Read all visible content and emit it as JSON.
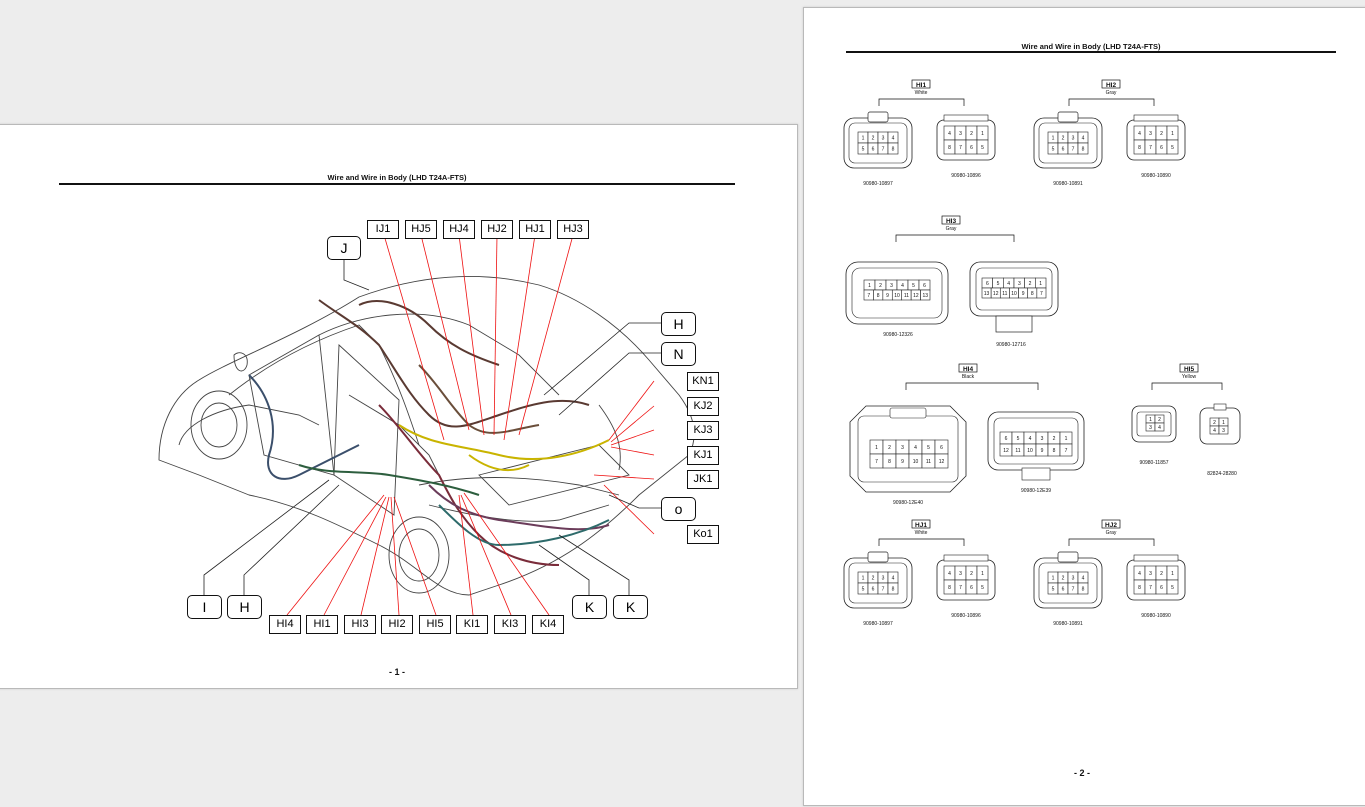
{
  "page1": {
    "title": "Wire and Wire in Body (LHD T24A-FTS)",
    "page_number": "- 1 -",
    "callouts_top": [
      "IJ1",
      "HJ5",
      "HJ4",
      "HJ2",
      "HJ1",
      "HJ3"
    ],
    "callout_j": "J",
    "callouts_right": [
      "KN1",
      "KJ2",
      "KJ3",
      "KJ1",
      "JK1",
      "Ko1"
    ],
    "callout_h_right": "H",
    "callout_n_right": "N",
    "callout_o_right": "o",
    "callouts_bottom": [
      "HI4",
      "HI1",
      "HI3",
      "HI2",
      "HI5",
      "KI1",
      "KI3",
      "KI4"
    ],
    "callouts_bottom_round": [
      "I",
      "H",
      "K",
      "K"
    ]
  },
  "page2": {
    "title": "Wire and Wire in Body (LHD T24A-FTS)",
    "page_number": "- 2 -",
    "connectors": [
      {
        "label": "HI1",
        "color": "White",
        "part_left": "90980-10897",
        "part_right": "90980-10896"
      },
      {
        "label": "HI2",
        "color": "Gray",
        "part_left": "90980-10891",
        "part_right": "90980-10890"
      },
      {
        "label": "HI3",
        "color": "Gray",
        "part_left": "90980-12326",
        "part_right": "90980-12716"
      },
      {
        "label": "HI4",
        "color": "Black",
        "part_left": "90980-12E40",
        "part_right": "90980-12E39"
      },
      {
        "label": "HI5",
        "color": "Yellow",
        "part_left": "90980-11857",
        "part_right": "82824-28280"
      },
      {
        "label": "HJ1",
        "color": "White",
        "part_left": "90980-10897",
        "part_right": "90980-10896"
      },
      {
        "label": "HJ2",
        "color": "Gray",
        "part_left": "90980-10891",
        "part_right": "90980-10890"
      }
    ],
    "pins": {
      "four_a": [
        "1",
        "2",
        "3",
        "4"
      ],
      "four_b": [
        "5",
        "6",
        "7",
        "8"
      ],
      "four_c": [
        "4",
        "3",
        "2",
        "1"
      ],
      "four_d": [
        "8",
        "7",
        "6",
        "5"
      ],
      "hi3_left_a": [
        "1",
        "2",
        "3",
        "4",
        "5",
        "6"
      ],
      "hi3_left_b": [
        "7",
        "8",
        "9",
        "10",
        "11",
        "12",
        "13"
      ],
      "hi3_right_a": [
        "6",
        "5",
        "4",
        "3",
        "2",
        "1"
      ],
      "hi3_right_b": [
        "13",
        "12",
        "11",
        "10",
        "9",
        "8",
        "7"
      ],
      "hi4_left_a": [
        "1",
        "2",
        "3",
        "4",
        "5",
        "6"
      ],
      "hi4_left_b": [
        "7",
        "8",
        "9",
        "10",
        "11",
        "12"
      ],
      "hi4_right_a": [
        "6",
        "5",
        "4",
        "3",
        "2",
        "1"
      ],
      "hi4_right_b": [
        "12",
        "11",
        "10",
        "9",
        "8",
        "7"
      ],
      "hi5_left": [
        "1",
        "2",
        "3",
        "4"
      ],
      "hi5_right": [
        "2",
        "1",
        "4",
        "3"
      ]
    }
  }
}
